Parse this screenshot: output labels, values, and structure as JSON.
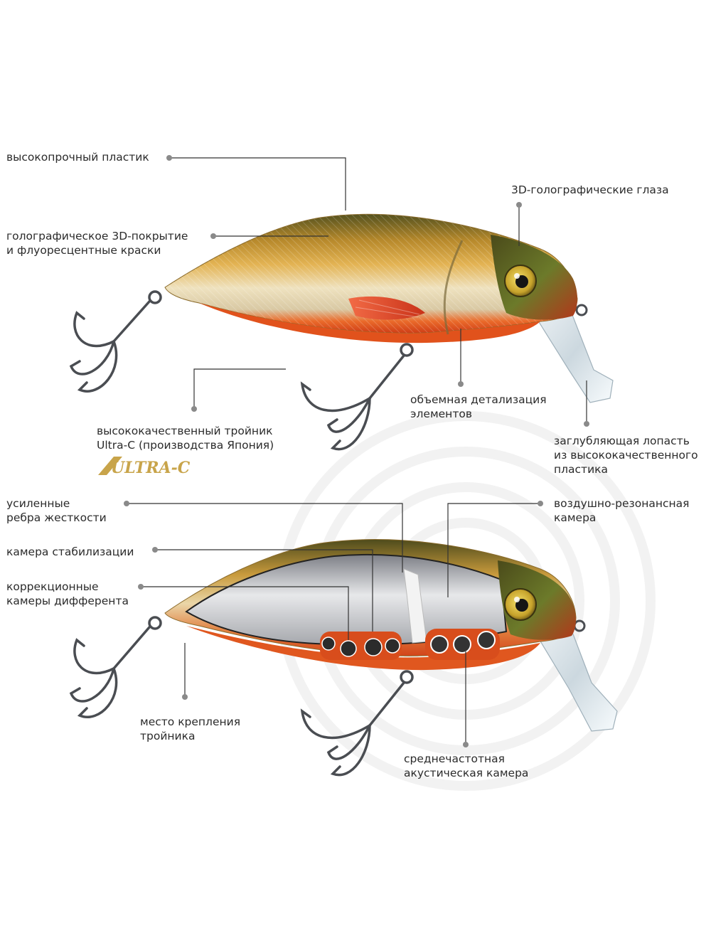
{
  "labels": {
    "plastic": "высокопрочный пластик",
    "eyes": "3D-голографические глаза",
    "coating": "голографическое 3D-покрытие\nи флуоресцентные краски",
    "hook": "высококачественный тройник\nUltra-C (производства Япония)",
    "details": "объемная детализация\nэлементов",
    "lip": "заглубляющая лопасть\nиз высококачественного\nпластика",
    "ribs": "усиленные\nребра жесткости",
    "air_chamber": "воздушно-резонансная\nкамера",
    "stab_chamber": "камера стабилизации",
    "trim_chambers": "коррекционные\nкамеры дифферента",
    "mount": "место крепления\nтройника",
    "acoustic": "среднечастотная\nакустическая камера"
  },
  "logo": {
    "text": "ULTRA-C",
    "color": "#c8a44a"
  },
  "colors": {
    "leader": "#333333",
    "dot": "#8a8a8a",
    "back": "#5d5a22",
    "gold": "#d9a441",
    "belly": "#e2521d",
    "fin": "#e8462c",
    "eye_iris": "#e1c23a",
    "hook": "#4a4d52"
  }
}
